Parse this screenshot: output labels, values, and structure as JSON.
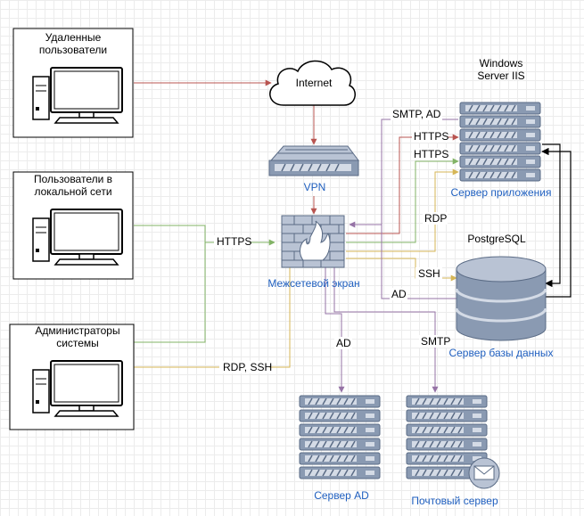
{
  "groups": {
    "remote": [
      "Удаленные",
      "пользователи"
    ],
    "local": [
      "Пользователи в",
      "локальной сети"
    ],
    "admins": [
      "Администраторы",
      "системы"
    ]
  },
  "internet": "Internet",
  "vpn": "VPN",
  "firewall": "Межсетевой экран",
  "app_server": {
    "title": [
      "Windows",
      "Server IIS"
    ],
    "caption": "Сервер приложения"
  },
  "db_server": {
    "title": "PostgreSQL",
    "caption": "Сервер базы данных"
  },
  "ad_server": "Сервер AD",
  "mail_server": "Почтовый сервер",
  "edges": {
    "https_local": "HTTPS",
    "rdp_ssh_admin": "RDP, SSH",
    "smtp_ad": "SMTP, AD",
    "https_1": "HTTPS",
    "https_2": "HTTPS",
    "rdp": "RDP",
    "ssh": "SSH",
    "ad_db": "AD",
    "ad_down": "AD",
    "smtp_down": "SMTP"
  },
  "colors": {
    "red": "#b85450",
    "green": "#82b366",
    "orange": "#d6b656",
    "purple": "#9673a6",
    "black": "#000000",
    "server_fill": "#8a9ab2",
    "server_stroke": "#5a6b85"
  }
}
